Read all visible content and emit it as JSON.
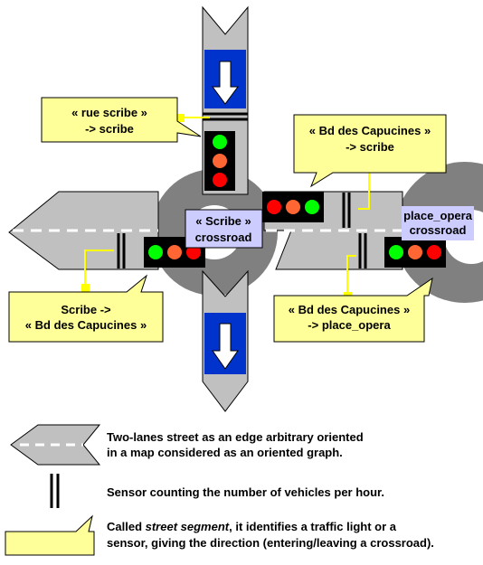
{
  "callouts": {
    "rue_scribe": {
      "line1": "« rue scribe »",
      "line2": "-> scribe"
    },
    "capucines_scribe": {
      "line1": "« Bd des Capucines »",
      "line2": "-> scribe"
    },
    "scribe_capucines": {
      "line1": "Scribe ->",
      "line2": "« Bd des Capucines »"
    },
    "capucines_opera": {
      "line1": "« Bd des Capucines »",
      "line2": "-> place_opera"
    }
  },
  "crossroads": {
    "scribe": {
      "line1": "« Scribe »",
      "line2": "crossroad"
    },
    "opera": {
      "line1": "place_opera",
      "line2": "crossroad"
    }
  },
  "legend": {
    "street": {
      "line1": "Two-lanes street as an edge arbitrary oriented",
      "line2": "in a map considered as an oriented graph."
    },
    "sensor": {
      "line1": "Sensor counting the number of vehicles per hour."
    },
    "segment": {
      "line1_pre": "Called ",
      "line1_em": "street segment",
      "line1_post": ", it identifies a traffic light or a",
      "line2": "sensor, giving the direction (entering/leaving a crossroad)."
    }
  },
  "colors": {
    "street": "#c0c0c0",
    "crossroad": "#808080",
    "callout": "#ffff99",
    "crossroad_label": "#ccccff",
    "arrow_panel": "#0033cc",
    "connector": "#ffff00",
    "light_red": "#ff0000",
    "light_orange": "#ff6633",
    "light_green": "#00ff00",
    "light_housing": "#000000"
  }
}
